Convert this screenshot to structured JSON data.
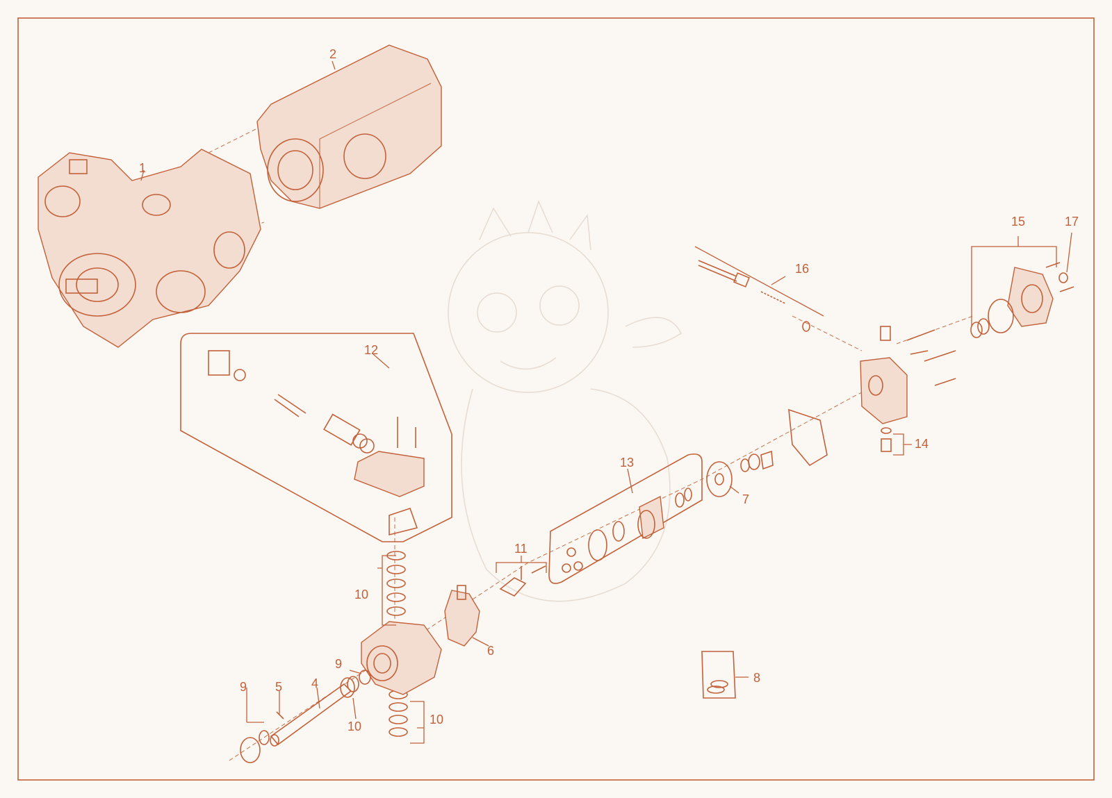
{
  "colors": {
    "line": "#c2613a",
    "background": "#fbf7f2",
    "ghost": "#e6dcd2"
  },
  "labels": {
    "l1": "1",
    "l2": "2",
    "l4": "4",
    "l5": "5",
    "l6": "6",
    "l7": "7",
    "l8": "8",
    "l9a": "9",
    "l9b": "9",
    "l10a": "10",
    "l10b": "10",
    "l10c": "10",
    "l11": "11",
    "l12": "12",
    "l13": "13",
    "l14": "14",
    "l15": "15",
    "l16": "16",
    "l17": "17"
  }
}
